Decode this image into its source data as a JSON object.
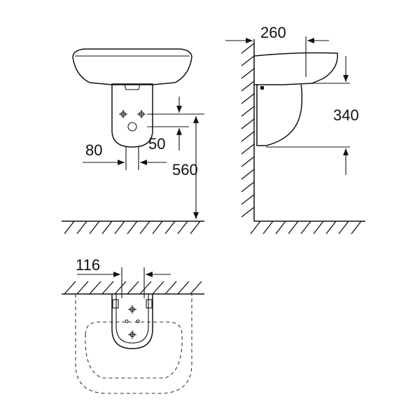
{
  "diagram": {
    "front_view": {
      "dimensions": {
        "width_80": "80",
        "offset_50": "50",
        "height_560": "560"
      }
    },
    "side_view": {
      "dimensions": {
        "depth_260": "260",
        "height_340": "340"
      }
    },
    "top_view": {
      "dimensions": {
        "width_116": "116"
      }
    }
  }
}
